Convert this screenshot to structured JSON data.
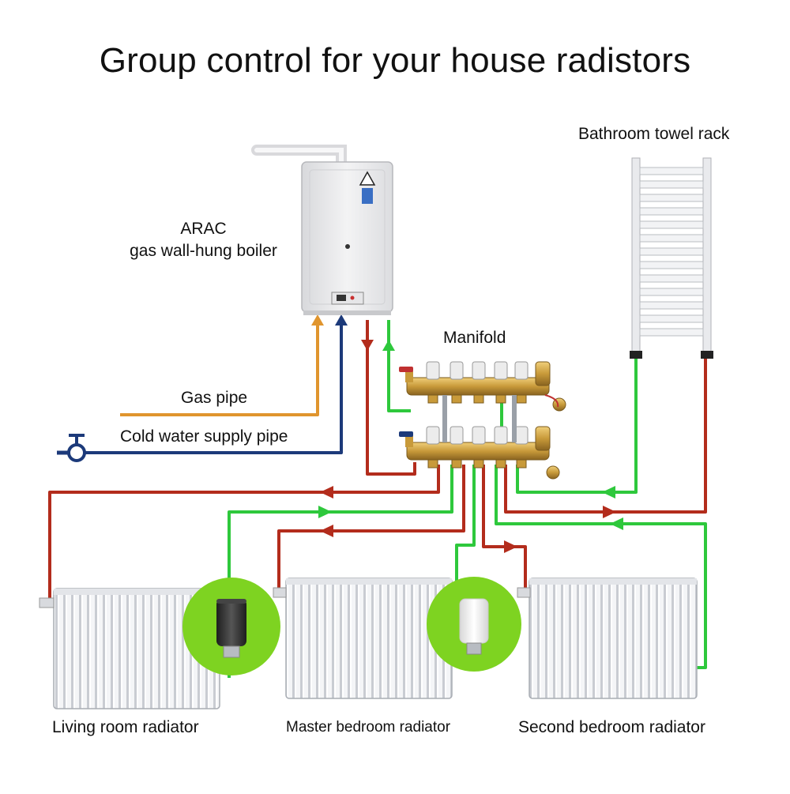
{
  "title": "Group control for your house radistors",
  "labels": {
    "boiler_line1": "ARAC",
    "boiler_line2": "gas wall-hung boiler",
    "towel_rack": "Bathroom towel rack",
    "manifold": "Manifold",
    "gas_pipe": "Gas pipe",
    "cold_water": "Cold water supply pipe",
    "living_room": "Living room radiator",
    "master_bedroom": "Master bedroom radiator",
    "second_bedroom": "Second bedroom radiator"
  },
  "colors": {
    "gas_pipe": "#e0952e",
    "cold_water": "#1c3a7a",
    "supply_hot": "#b32c1c",
    "return_pipe": "#2ec83c",
    "badge": "#7ed321",
    "brass": "#c89a3a"
  },
  "icons": {
    "thermostat_black": "thermostat-valve-black",
    "thermostat_white": "thermostat-valve-white",
    "valve": "valve-handle"
  }
}
